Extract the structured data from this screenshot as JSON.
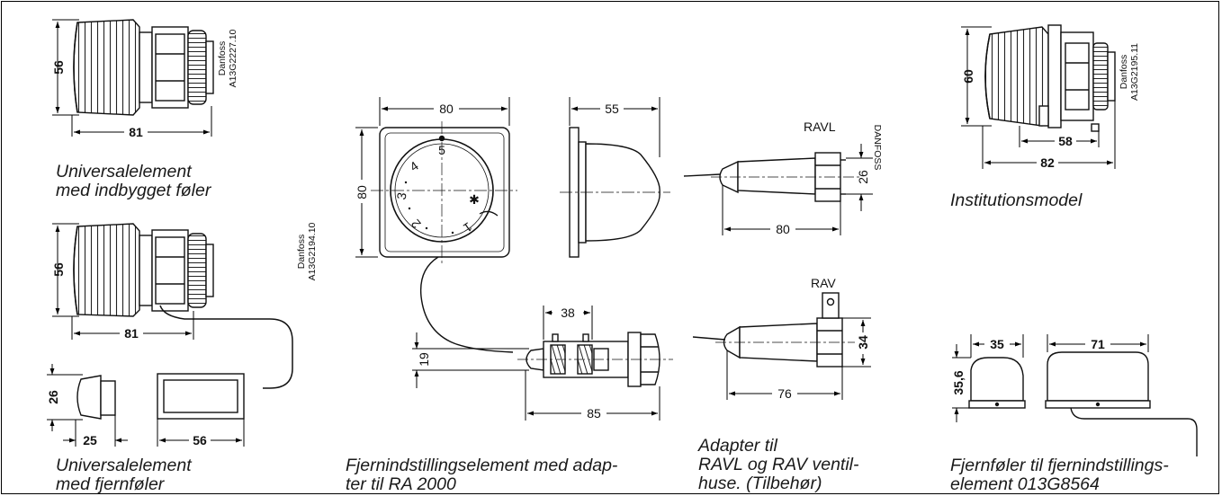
{
  "captions": {
    "c1": [
      "Universalelement",
      "med indbygget føler"
    ],
    "c2": [
      "Universalelement",
      "med fjernføler"
    ],
    "c3": [
      "Fjernindstillingselement med adap-",
      "ter til RA 2000"
    ],
    "c4": [
      "Adapter til",
      "RAVL og RAV ventil-",
      "huse. (Tilbehør)"
    ],
    "c5": [
      "Institutionsmodel"
    ],
    "c6": [
      "Fjernføler til fjernindstillings-",
      "element 013G8564"
    ]
  },
  "codes": {
    "uni1": [
      "Danfoss",
      "A13G2227.10"
    ],
    "uni2": [
      "Danfoss",
      "A13G2194.10"
    ],
    "inst": [
      "Danfoss",
      "A13G2195.11"
    ],
    "adap": "DANFOSS"
  },
  "labels": {
    "ravl": "RAVL",
    "rav": "RAV"
  },
  "dims": {
    "u1_h": "56",
    "u1_w": "81",
    "u2_h": "56",
    "u2_w": "81",
    "s_h": "26",
    "s_w1": "25",
    "s_w2": "56",
    "r_w1": "80",
    "r_h": "80",
    "r_w2": "55",
    "r_a1": "38",
    "r_a2": "85",
    "r_a3": "19",
    "ravl_h": "26",
    "ravl_w": "80",
    "rav_h": "34",
    "rav_w": "76",
    "i_h": "60",
    "i_w1": "58",
    "i_w2": "82",
    "f_w1": "35",
    "f_h": "35,6",
    "f_w2": "71"
  },
  "scale_marks": [
    "5",
    "4",
    "3",
    "2",
    "1"
  ]
}
